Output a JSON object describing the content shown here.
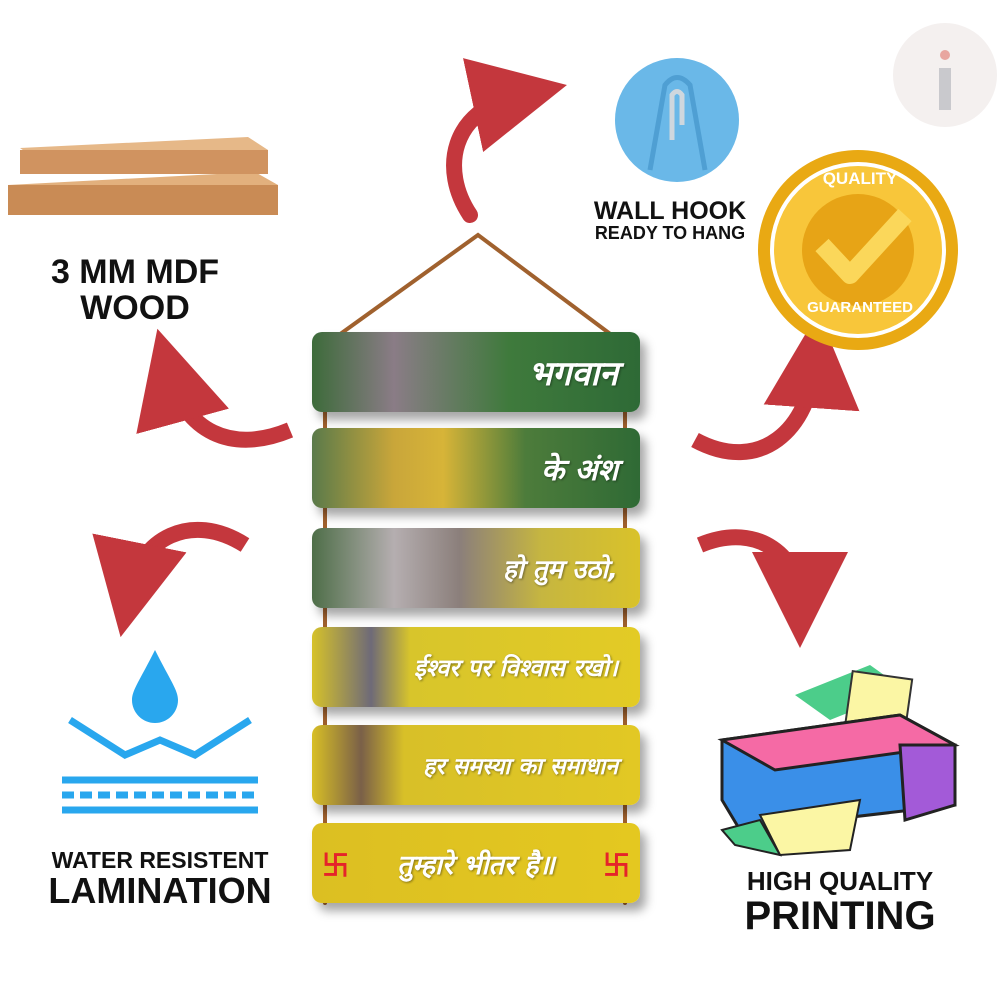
{
  "features": {
    "wood": {
      "line1": "3 MM MDF",
      "line2": "WOOD"
    },
    "hook": {
      "line1": "WALL HOOK",
      "line2": "READY TO HANG"
    },
    "quality": {
      "top": "QUALITY",
      "bottom": "GUARANTEED"
    },
    "lamination": {
      "line1": "WATER RESISTENT",
      "line2": "LAMINATION"
    },
    "printing": {
      "line1": "HIGH QUALITY",
      "line2": "PRINTING"
    }
  },
  "planks": [
    {
      "text": "भगवान"
    },
    {
      "text": "के अंश"
    },
    {
      "text": "हो तुम उठो,"
    },
    {
      "text": "ईश्वर पर विश्वास रखो।"
    },
    {
      "text": "हर समस्या का समाधान"
    },
    {
      "text": "तुम्हारे भीतर है॥",
      "symbol": "卐"
    }
  ],
  "brand": {
    "logo": "i"
  },
  "colors": {
    "arrow": "#c4373d",
    "hook": "#6ab8e8",
    "gold": "#f2b81c"
  }
}
